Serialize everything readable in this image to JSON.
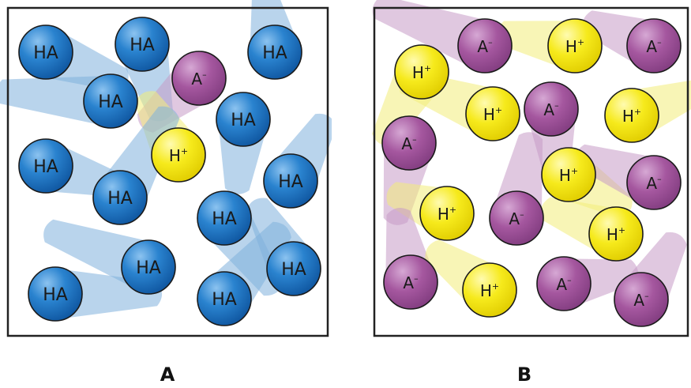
{
  "panels": [
    {
      "id": "a",
      "label": "A",
      "particles": [
        {
          "kind": "HA",
          "text": "HA"
        },
        {
          "kind": "HA",
          "text": "HA"
        },
        {
          "kind": "HA",
          "text": "HA"
        },
        {
          "kind": "A-",
          "text": "A",
          "sup": "–"
        },
        {
          "kind": "HA",
          "text": "HA"
        },
        {
          "kind": "HA",
          "text": "HA"
        },
        {
          "kind": "HA",
          "text": "HA"
        },
        {
          "kind": "H+",
          "text": "H",
          "sup": "+"
        },
        {
          "kind": "HA",
          "text": "HA"
        },
        {
          "kind": "HA",
          "text": "HA"
        },
        {
          "kind": "HA",
          "text": "HA"
        },
        {
          "kind": "HA",
          "text": "HA"
        },
        {
          "kind": "HA",
          "text": "HA"
        },
        {
          "kind": "HA",
          "text": "HA"
        },
        {
          "kind": "HA",
          "text": "HA"
        }
      ]
    },
    {
      "id": "b",
      "label": "B",
      "particles": [
        {
          "kind": "A-",
          "text": "A",
          "sup": "–"
        },
        {
          "kind": "H+",
          "text": "H",
          "sup": "+"
        },
        {
          "kind": "A-",
          "text": "A",
          "sup": "–"
        },
        {
          "kind": "H+",
          "text": "H",
          "sup": "+"
        },
        {
          "kind": "H+",
          "text": "H",
          "sup": "+"
        },
        {
          "kind": "A-",
          "text": "A",
          "sup": "–"
        },
        {
          "kind": "H+",
          "text": "H",
          "sup": "+"
        },
        {
          "kind": "A-",
          "text": "A",
          "sup": "–"
        },
        {
          "kind": "H+",
          "text": "H",
          "sup": "+"
        },
        {
          "kind": "A-",
          "text": "A",
          "sup": "–"
        },
        {
          "kind": "H+",
          "text": "H",
          "sup": "+"
        },
        {
          "kind": "A-",
          "text": "A",
          "sup": "–"
        },
        {
          "kind": "H+",
          "text": "H",
          "sup": "+"
        },
        {
          "kind": "A-",
          "text": "A",
          "sup": "–"
        },
        {
          "kind": "H+",
          "text": "H",
          "sup": "+"
        },
        {
          "kind": "A-",
          "text": "A",
          "sup": "–"
        },
        {
          "kind": "A-",
          "text": "A",
          "sup": "–"
        }
      ]
    }
  ],
  "colors": {
    "HA": "#1f78c4",
    "H+": "#f2e500",
    "A-": "#a2509e",
    "trail_HA": "#7fb0dd",
    "trail_H+": "#f3ec7a",
    "trail_A-": "#c79bc7",
    "border": "#222222"
  }
}
